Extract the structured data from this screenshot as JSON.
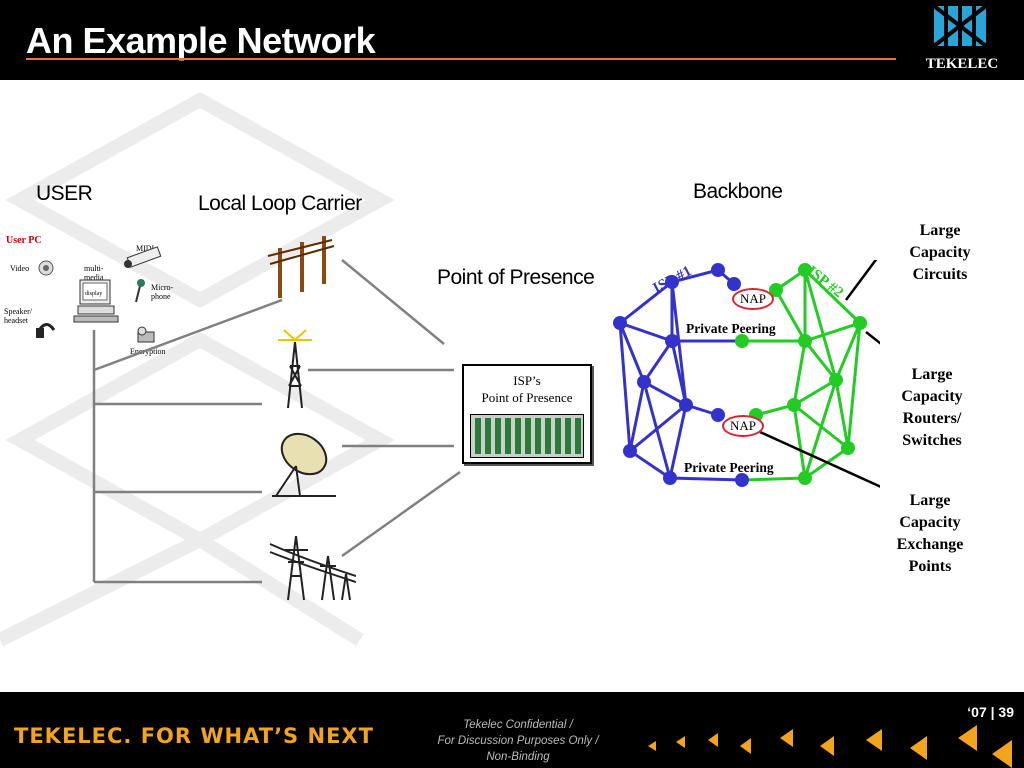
{
  "header": {
    "title": "An Example Network",
    "logo_text": "TEKELEC"
  },
  "columns": {
    "user": "USER",
    "local_loop": "Local Loop Carrier",
    "pop": "Point of Presence",
    "backbone": "Backbone"
  },
  "user_pc": {
    "label": "User PC",
    "video": "Video",
    "multimedia": "multi-\nmedia",
    "display": "display",
    "midi": "MIDI",
    "microphone": "Micro-\nphone",
    "speaker": "Speaker/\nheadset",
    "encryption": "Encryption"
  },
  "pop_box": {
    "line1": "ISP’s",
    "line2": "Point of Presence"
  },
  "backbone": {
    "isp1": "ISP #1",
    "isp2": "ISP #2",
    "nap_top": "NAP",
    "nap_bottom": "NAP",
    "peering_top": "Private  Peering",
    "peering_bottom": "Private  Peering",
    "callout_circuits": "Large\nCapacity\nCircuits",
    "callout_routers": "Large\nCapacity\nRouters/\nSwitches",
    "callout_exchange": "Large\nCapacity\nExchange\nPoints"
  },
  "colors": {
    "isp1": "#3333cc",
    "isp2": "#22cc22",
    "nap": "#e02030",
    "tagline": "#f2a41c",
    "accent": "#e8743b"
  },
  "footer": {
    "tagline": "TEKELEC. FOR WHAT’S NEXT",
    "conf1": "Tekelec Confidential /",
    "conf2": "For Discussion Purposes Only /",
    "conf3": "Non-Binding",
    "page": "‘07 | 39"
  }
}
